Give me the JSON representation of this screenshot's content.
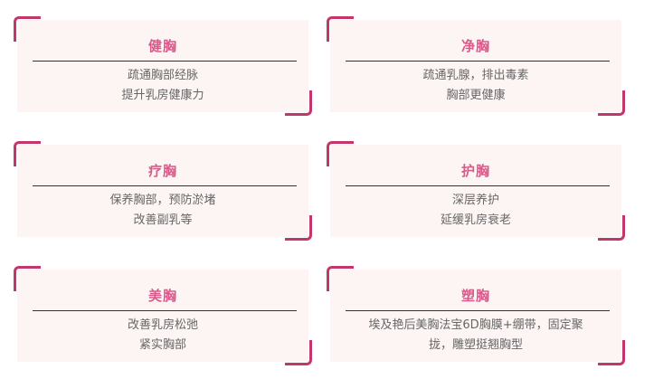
{
  "cards": [
    {
      "title": "健胸",
      "line1": "疏通胸部经脉",
      "line2": "提升乳房健康力"
    },
    {
      "title": "净胸",
      "line1": "疏通乳腺，排出毒素",
      "line2": "胸部更健康"
    },
    {
      "title": "疗胸",
      "line1": "保养胸部，预防淤堵",
      "line2": "改善副乳等"
    },
    {
      "title": "护胸",
      "line1": "深层养护",
      "line2": "延缓乳房衰老"
    },
    {
      "title": "美胸",
      "line1": "改善乳房松弛",
      "line2": "紧实胸部"
    },
    {
      "title": "塑胸",
      "line1": "埃及艳后美胸法宝6D胸膜+绷带，固定聚",
      "line2": "拢，雕塑挺翘胸型"
    }
  ],
  "colors": {
    "accent": "#c2366b",
    "title": "#d95a8a",
    "card_bg": "#fcf5f4",
    "text": "#666666"
  }
}
